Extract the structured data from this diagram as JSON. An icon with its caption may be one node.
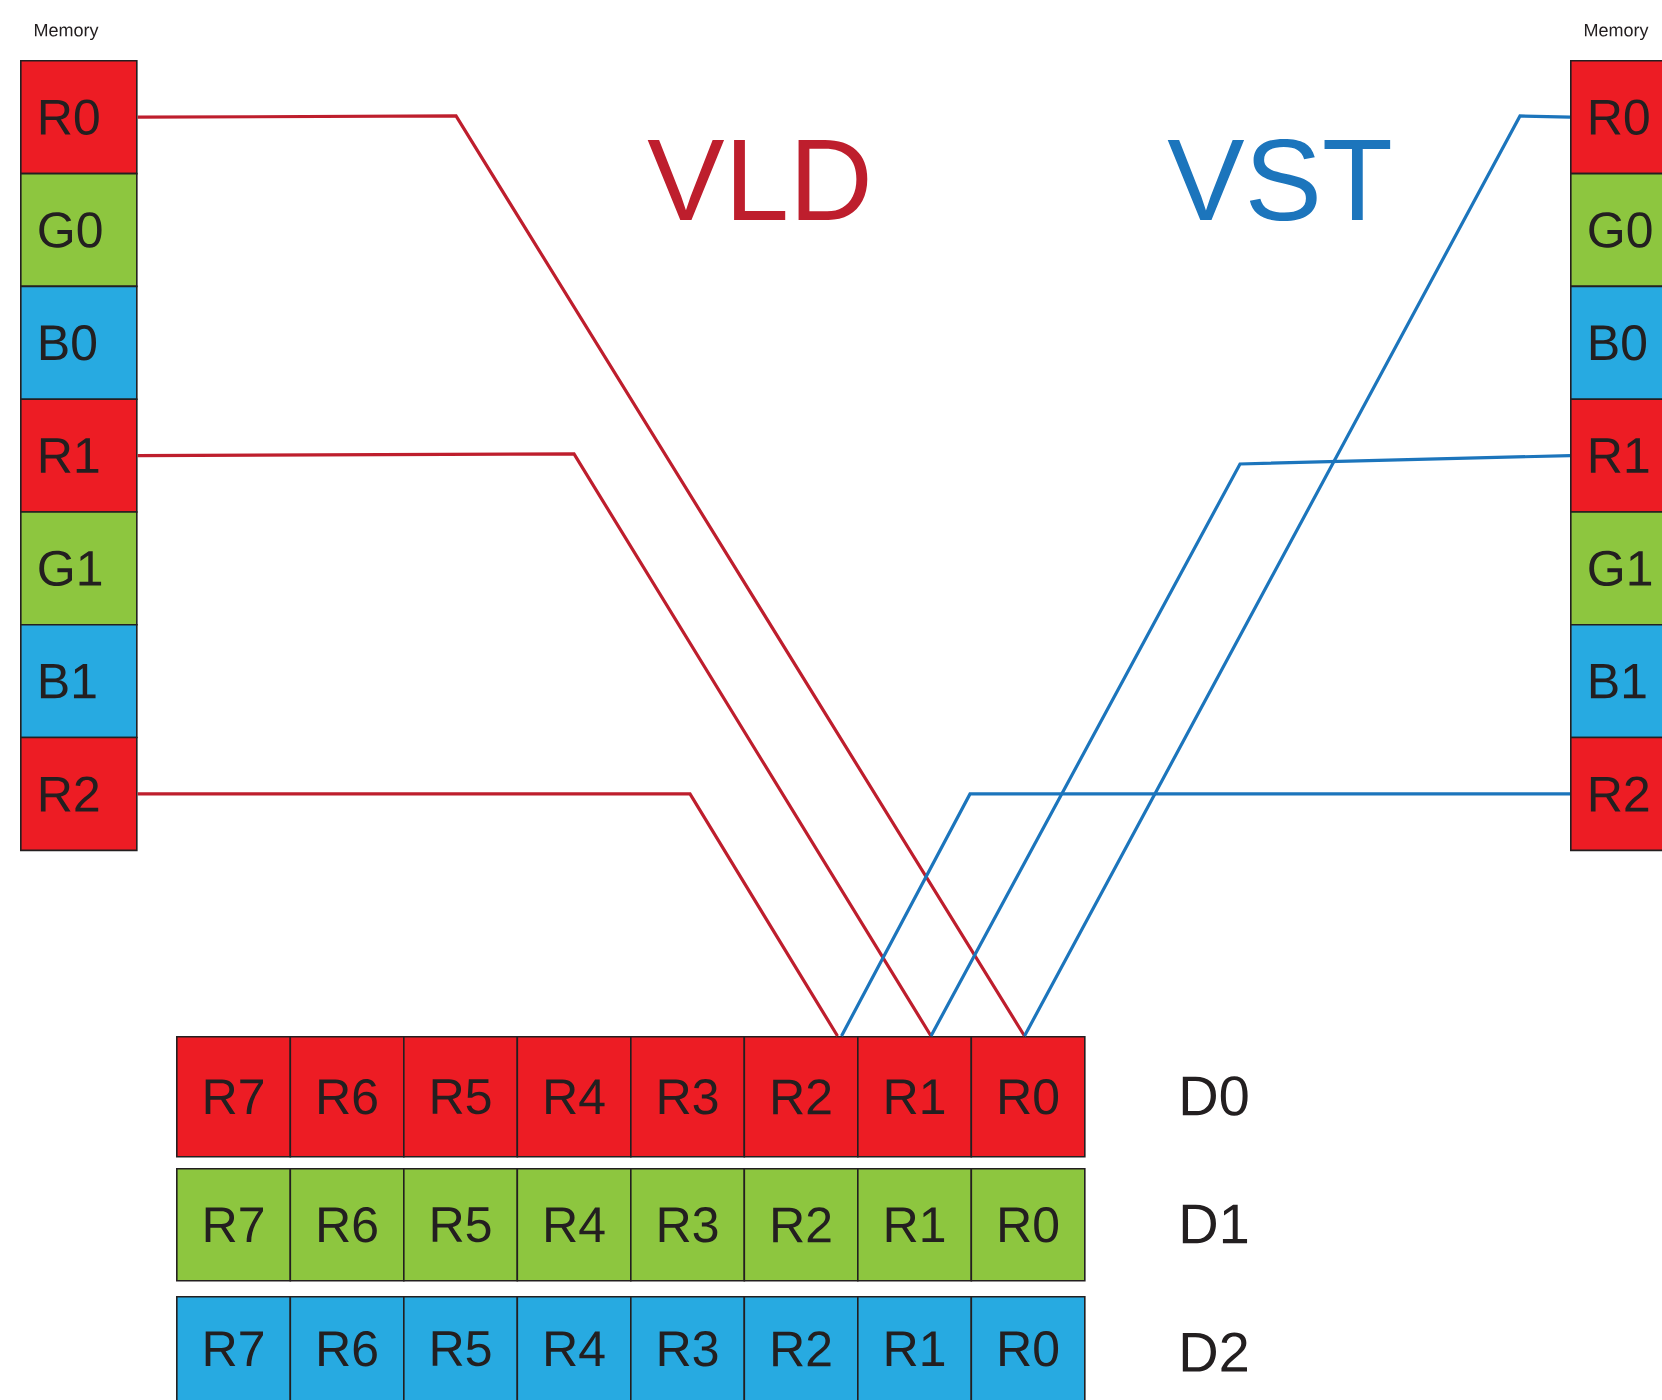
{
  "diagram": {
    "nodes": [
      {
        "text": [
          "R0"
        ]
      },
      {
        "text": [
          "G0"
        ]
      },
      {
        "text": [
          "B0"
        ]
      },
      {
        "text": [
          "R1"
        ]
      },
      {
        "text": [
          "G1"
        ]
      },
      {
        "text": [
          "B1"
        ]
      },
      {
        "text": [
          "R2"
        ]
      },
      {
        "text": [
          "R0"
        ]
      },
      {
        "text": [
          "G0"
        ]
      },
      {
        "text": [
          "B0"
        ]
      },
      {
        "text": [
          "R1"
        ]
      },
      {
        "text": [
          "G1"
        ]
      },
      {
        "text": [
          "B1"
        ]
      },
      {
        "text": [
          "R2"
        ]
      },
      {
        "text": [
          "R7"
        ]
      },
      {
        "text": [
          "R6"
        ]
      },
      {
        "text": [
          "R5"
        ]
      },
      {
        "text": [
          "R4"
        ]
      },
      {
        "text": [
          "R3"
        ]
      },
      {
        "text": [
          "R2"
        ]
      },
      {
        "text": [
          "R1"
        ]
      },
      {
        "text": [
          "R0"
        ]
      },
      {
        "text": [
          "R7"
        ]
      },
      {
        "text": [
          "R6"
        ]
      },
      {
        "text": [
          "R5"
        ]
      },
      {
        "text": [
          "R4"
        ]
      },
      {
        "text": [
          "R3"
        ]
      },
      {
        "text": [
          "R2"
        ]
      },
      {
        "text": [
          "R1"
        ]
      },
      {
        "text": [
          "R0"
        ]
      },
      {
        "text": [
          "R7"
        ]
      },
      {
        "text": [
          "R6"
        ]
      },
      {
        "text": [
          "R5"
        ]
      },
      {
        "text": [
          "R4"
        ]
      },
      {
        "text": [
          "R3"
        ]
      },
      {
        "text": [
          "R2"
        ]
      },
      {
        "text": [
          "R1"
        ]
      },
      {
        "text": [
          "R0"
        ]
      }
    ],
    "edges": [
      {
        "from": 0,
        "to": 21,
        "arrow": "none",
        "color": "#be1e2d"
      },
      {
        "from": 3,
        "to": 20,
        "arrow": "none",
        "color": "#be1e2d"
      },
      {
        "from": 6,
        "to": 19,
        "arrow": "none",
        "color": "#be1e2d"
      },
      {
        "from": 19,
        "to": 13,
        "arrow": "none",
        "color": "#1c75bc"
      },
      {
        "from": 20,
        "to": 10,
        "arrow": "none",
        "color": "#1c75bc"
      },
      {
        "from": 21,
        "to": 7,
        "arrow": "none",
        "color": "#1c75bc"
      }
    ],
    "labels": [
      "Memory",
      "Memory",
      "VLD",
      "VST",
      "D0",
      "D1",
      "D2"
    ]
  }
}
